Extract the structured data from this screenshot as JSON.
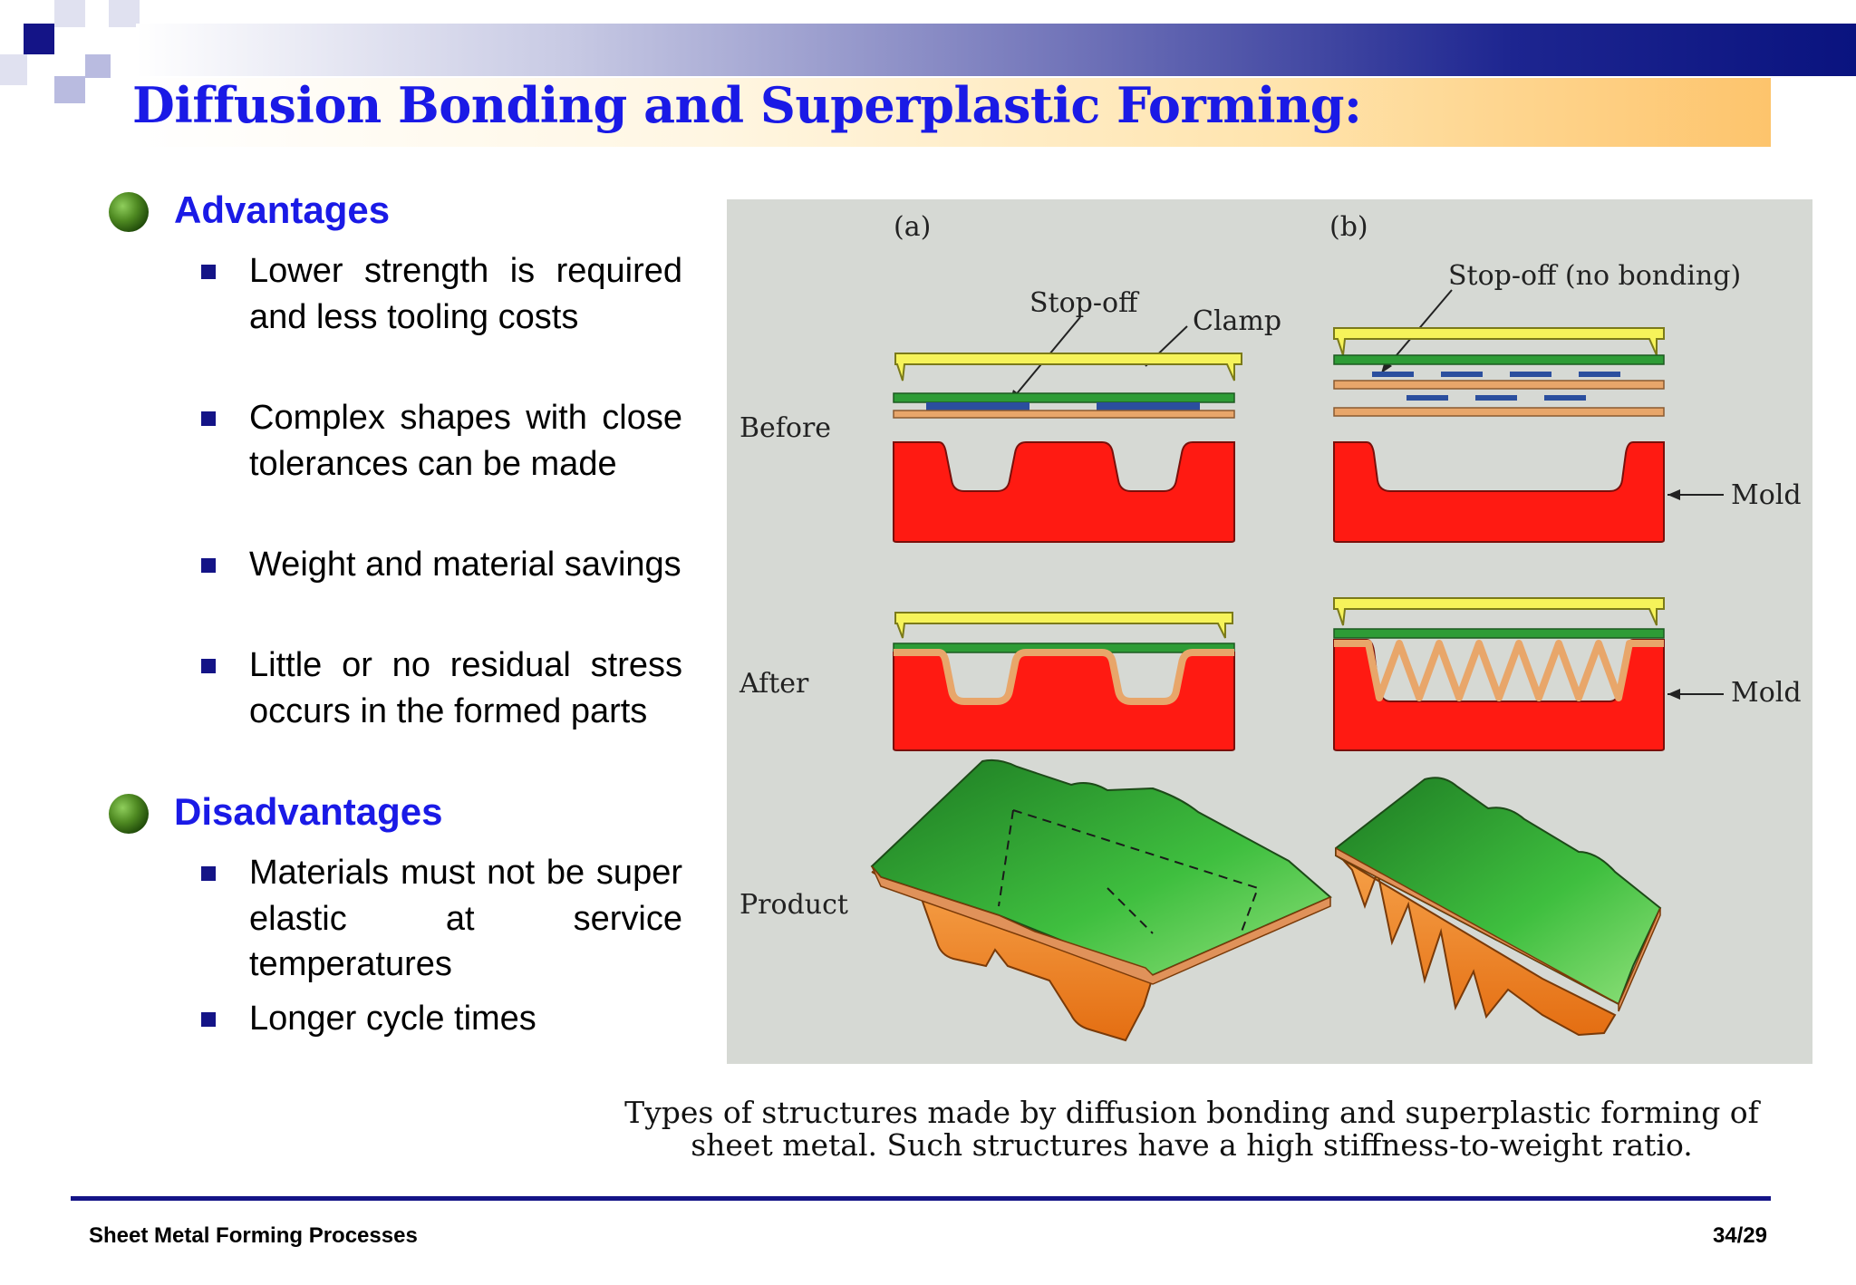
{
  "slide": {
    "title": "Diffusion Bonding and Superplastic Forming:"
  },
  "advantages": {
    "heading": "Advantages",
    "items": [
      "Lower strength is required and less tooling costs",
      "Complex shapes with close tolerances can be made",
      "Weight and material savings",
      "Little or no residual stress occurs in the formed parts"
    ]
  },
  "disadvantages": {
    "heading": "Disadvantages",
    "items": [
      "Materials must not be super elastic at service temperatures",
      "Longer cycle times"
    ]
  },
  "figure": {
    "panel_a": "(a)",
    "panel_b": "(b)",
    "row_before": "Before",
    "row_after": "After",
    "row_product": "Product",
    "label_stopoff": "Stop-off",
    "label_clamp": "Clamp",
    "label_stopoff_nobond": "Stop-off (no bonding)",
    "label_mold_1": "Mold",
    "label_mold_2": "Mold",
    "caption": "Types of structures made by diffusion bonding and superplastic forming of sheet metal. Such structures have a high stiffness-to-weight ratio."
  },
  "footer": {
    "course": "Sheet Metal Forming Processes",
    "page": "34/29"
  },
  "colors": {
    "title": "#1a1ae6",
    "mold": "#ff1a12",
    "clamp": "#f6f35a",
    "sheet_green": "#2e9c36",
    "sheet_tan": "#e8a66a",
    "stopoff": "#2b4f9e",
    "product_green": "#3fbf3f",
    "product_orange": "#f08a2a"
  }
}
